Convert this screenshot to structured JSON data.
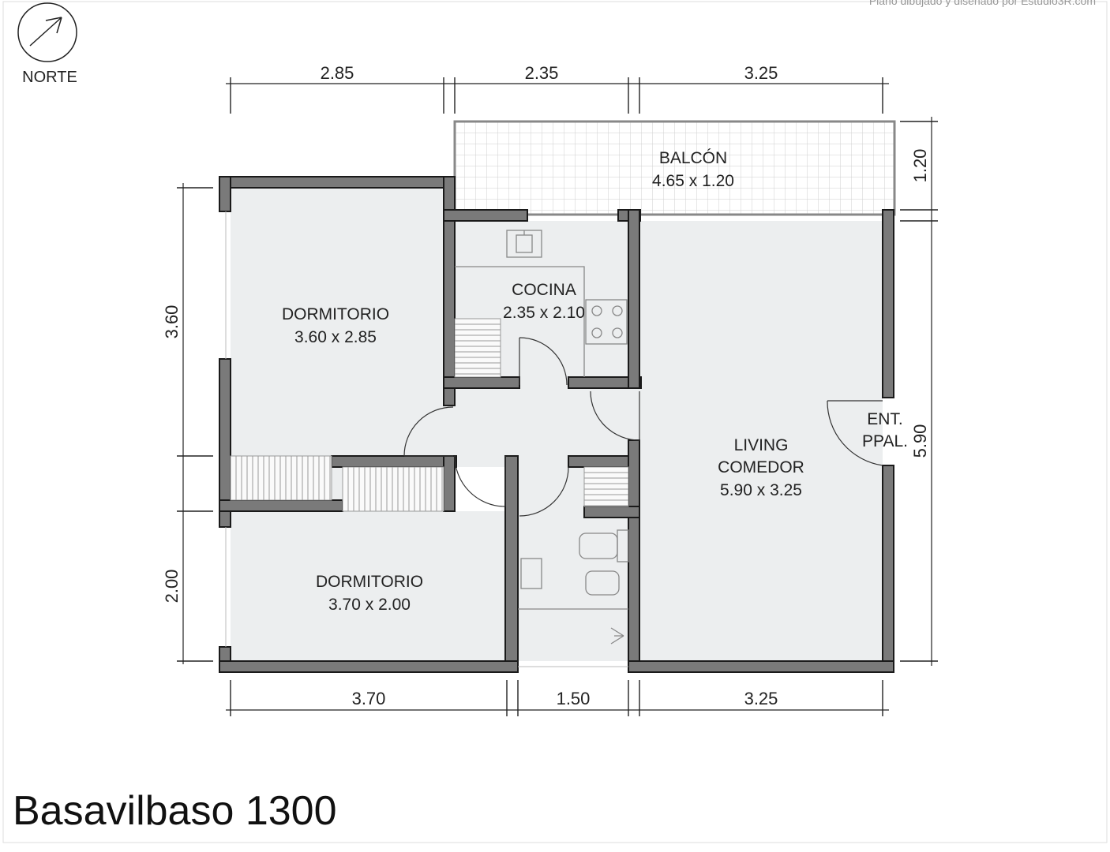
{
  "credit": "Plano dibujado y diseñado por Estudio3R.com",
  "title": "Basavilbaso 1300",
  "north": {
    "label": "NORTE",
    "icon": "north-arrow-icon"
  },
  "rooms": {
    "balcon": {
      "name": "BALCÓN",
      "size": "4.65  x 1.20"
    },
    "cocina": {
      "name": "COCINA",
      "size": "2.35  x 2.10"
    },
    "dormitorio1": {
      "name": "DORMITORIO",
      "size": "3.60  x 2.85"
    },
    "dormitorio2": {
      "name": "DORMITORIO",
      "size": "3.70  x 2.00"
    },
    "living": {
      "name1": "LIVING",
      "name2": "COMEDOR",
      "size": "5.90  x 3.25"
    },
    "entrada": {
      "line1": "ENT.",
      "line2": "PPAL."
    }
  },
  "dimensions": {
    "top": [
      "2.85",
      "2.35",
      "3.25"
    ],
    "bottom": [
      "3.70",
      "1.50",
      "3.25"
    ],
    "left": [
      "3.60",
      "2.00"
    ],
    "right": [
      "1.20",
      "5.90"
    ]
  }
}
